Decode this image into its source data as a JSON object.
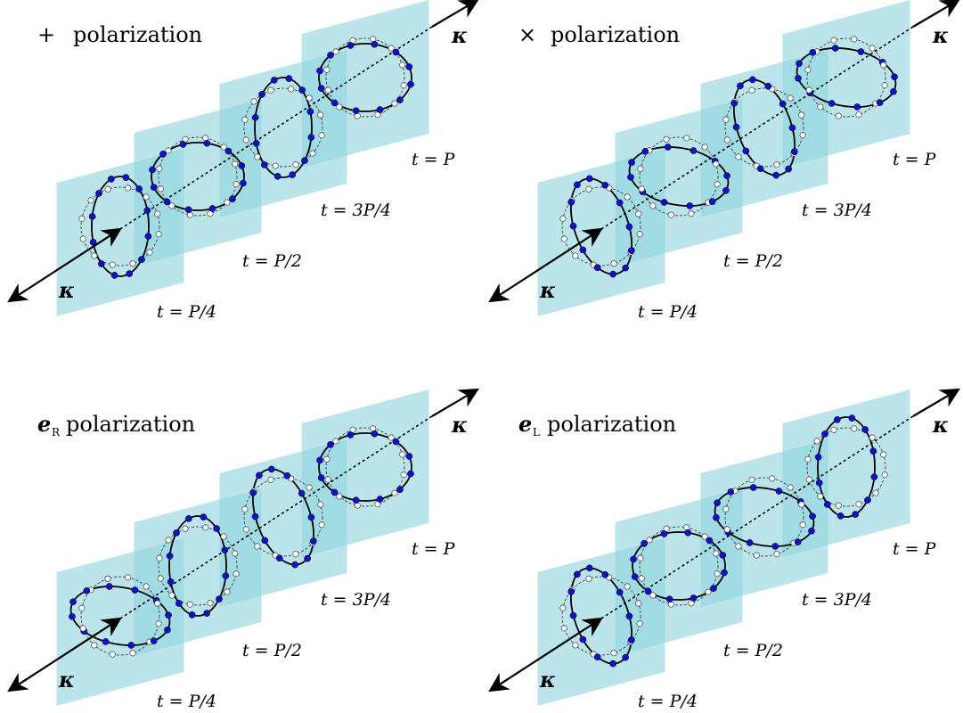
{
  "panels": [
    {
      "id": "plus",
      "title_symbol": "+",
      "title_subscript": "",
      "title_text": "polarization",
      "axis_label": "κ",
      "time_labels": [
        "t = P/4",
        "t = P/2",
        "t = 3P/4",
        "t = P"
      ],
      "ring_shape": [
        "vertical",
        "horizontal",
        "vertical",
        "horizontal"
      ]
    },
    {
      "id": "cross",
      "title_symbol": "×",
      "title_subscript": "",
      "title_text": "polarization",
      "axis_label": "κ",
      "time_labels": [
        "t = P/4",
        "t = P/2",
        "t = 3P/4",
        "t = P"
      ],
      "ring_shape": [
        "diag-a",
        "diag-b",
        "diag-a",
        "diag-b"
      ]
    },
    {
      "id": "eR",
      "title_symbol": "e",
      "title_subscript": "R",
      "title_text": "polarization",
      "axis_label": "κ",
      "time_labels": [
        "t = P/4",
        "t = P/2",
        "t = 3P/4",
        "t = P"
      ],
      "ring_shape": [
        "diag-b",
        "vertical",
        "diag-a",
        "horizontal"
      ]
    },
    {
      "id": "eL",
      "title_symbol": "e",
      "title_subscript": "L",
      "title_text": "polarization",
      "axis_label": "κ",
      "time_labels": [
        "t = P/4",
        "t = P/2",
        "t = 3P/4",
        "t = P"
      ],
      "ring_shape": [
        "diag-a",
        "horizontal",
        "diag-b",
        "vertical"
      ]
    }
  ],
  "colors": {
    "plane": "#8fd3dd",
    "particle": "#1010c8",
    "particle_rest": "#ffffff",
    "axis": "#000000"
  }
}
